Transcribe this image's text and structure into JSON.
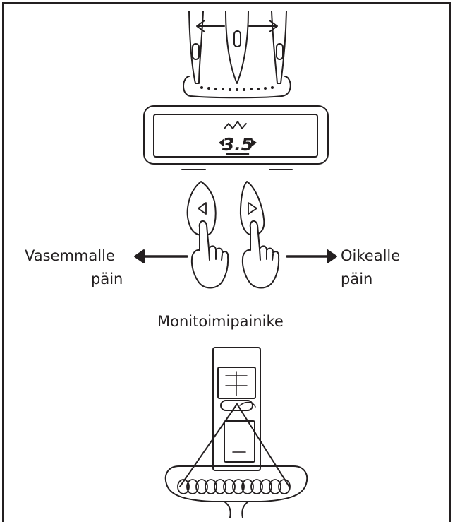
{
  "display": {
    "width_value": "3.5"
  },
  "labels": {
    "left_line1": "Vasemmalle",
    "left_line2": "päin",
    "right_line1": "Oikealle",
    "right_line2": "päin",
    "caption": "Monitoimipainike"
  },
  "icons": {
    "left_arrow": "left-arrow-icon",
    "right_arrow": "right-arrow-icon",
    "zigzag": "zigzag-stitch-icon",
    "button_left": "triangle-left-icon",
    "button_right": "triangle-right-icon"
  }
}
